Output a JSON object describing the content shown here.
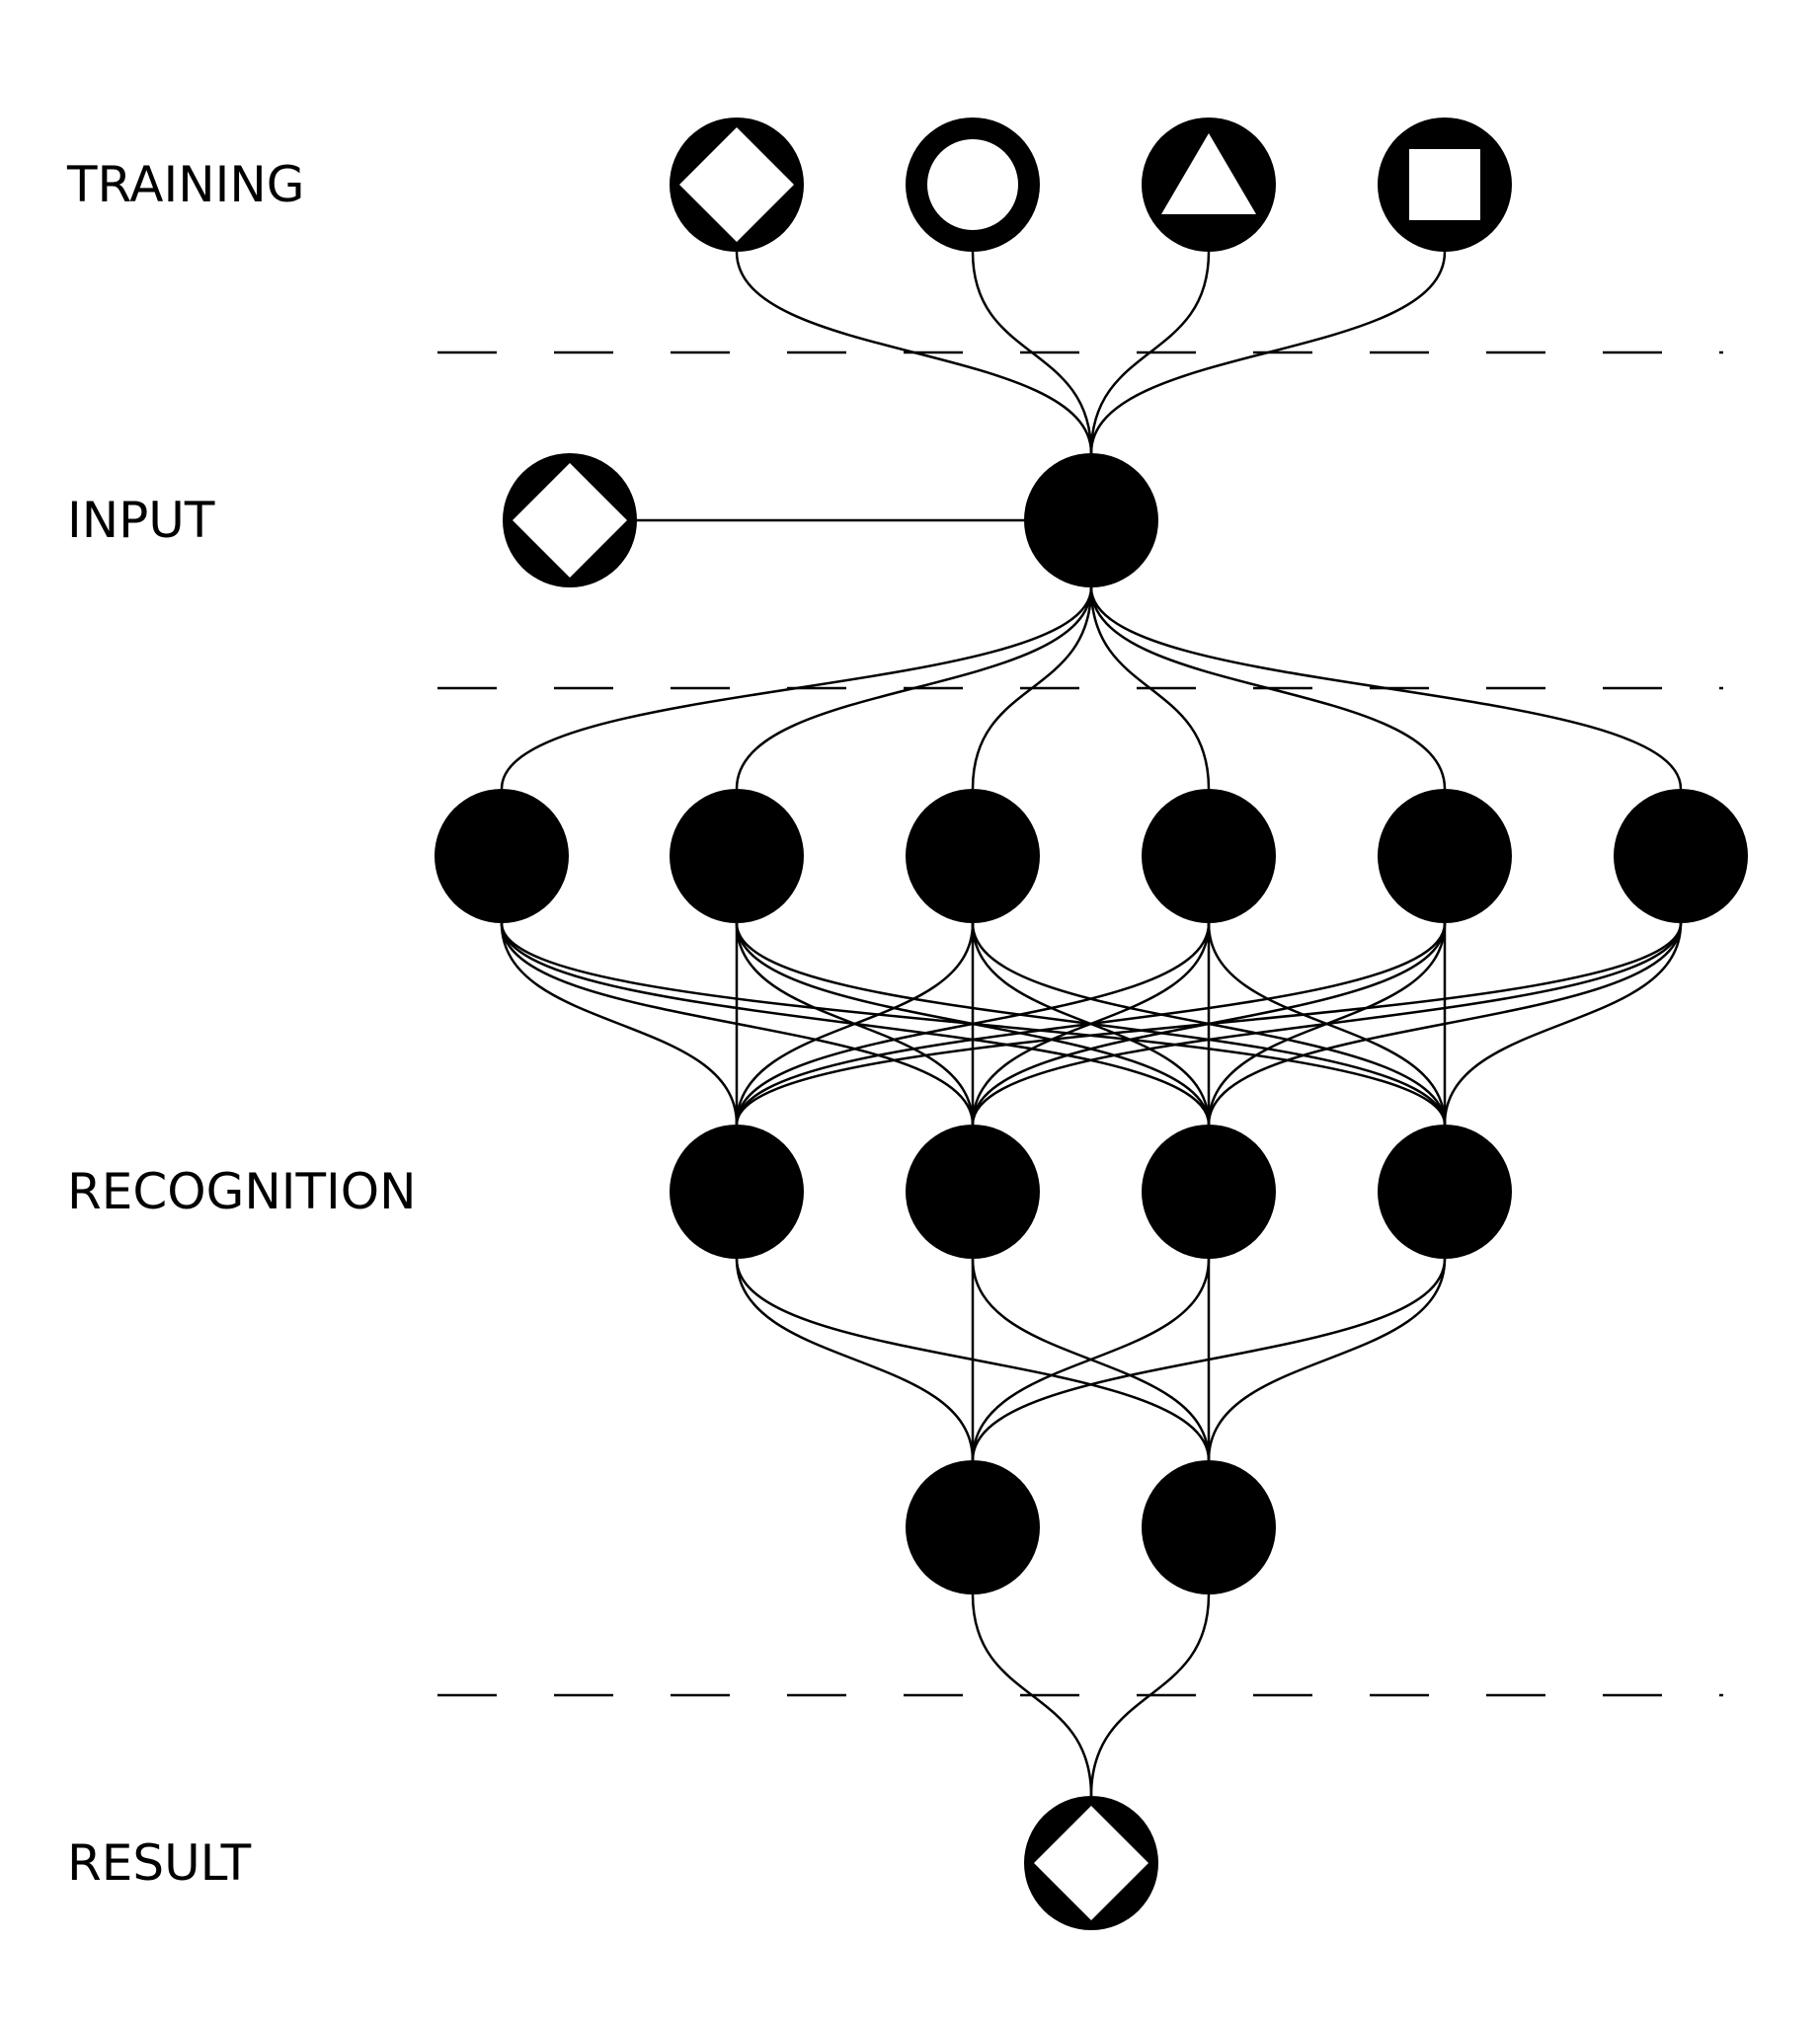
{
  "diagram": {
    "type": "neural-network-pattern-recognition",
    "colors": {
      "ink": "#000000",
      "background": "#ffffff"
    },
    "stages": [
      {
        "id": "training",
        "label": "TRAINING"
      },
      {
        "id": "input",
        "label": "INPUT"
      },
      {
        "id": "recognition",
        "label": "RECOGNITION"
      },
      {
        "id": "result",
        "label": "RESULT"
      }
    ],
    "layers": [
      {
        "id": "training",
        "stage": "training",
        "nodes": [
          "diamond",
          "circle",
          "triangle",
          "square"
        ]
      },
      {
        "id": "input-sample",
        "stage": "input",
        "nodes": [
          "diamond"
        ]
      },
      {
        "id": "input-neuron",
        "stage": "input",
        "nodes": [
          "filled"
        ]
      },
      {
        "id": "hidden-1",
        "stage": "recognition",
        "nodes": [
          "filled",
          "filled",
          "filled",
          "filled",
          "filled",
          "filled"
        ]
      },
      {
        "id": "hidden-2",
        "stage": "recognition",
        "nodes": [
          "filled",
          "filled",
          "filled",
          "filled"
        ]
      },
      {
        "id": "hidden-3",
        "stage": "recognition",
        "nodes": [
          "filled",
          "filled"
        ]
      },
      {
        "id": "result",
        "stage": "result",
        "nodes": [
          "diamond"
        ]
      }
    ],
    "connections": [
      {
        "from": "training",
        "to": "input-neuron",
        "pattern": "all-to-all"
      },
      {
        "from": "input-sample",
        "to": "input-neuron",
        "pattern": "straight"
      },
      {
        "from": "input-neuron",
        "to": "hidden-1",
        "pattern": "all-to-all"
      },
      {
        "from": "hidden-1",
        "to": "hidden-2",
        "pattern": "all-to-all"
      },
      {
        "from": "hidden-2",
        "to": "hidden-3",
        "pattern": "all-to-all"
      },
      {
        "from": "hidden-3",
        "to": "result",
        "pattern": "all-to-all"
      }
    ],
    "dividers": 3
  }
}
